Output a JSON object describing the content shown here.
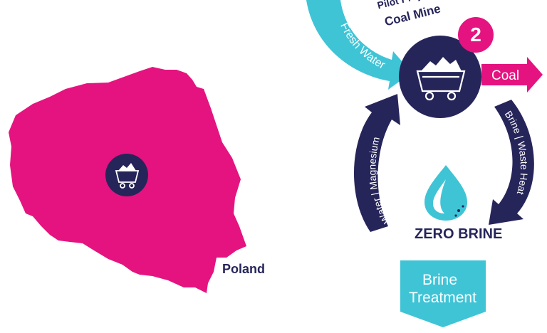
{
  "country": {
    "label": "Poland"
  },
  "pilot": {
    "line1": "Pilot Project:",
    "line2": "Coal Mine"
  },
  "badge": {
    "number": "2"
  },
  "flows": {
    "fresh_water": "Fresh Water",
    "coal": "Coal",
    "brine_waste_heat": "Brine | Waste Heat",
    "water_magnesium": "Water | Magnesium"
  },
  "zero_brine": "ZERO BRINE",
  "treatment": {
    "line1": "Brine",
    "line2": "Treatment"
  },
  "colors": {
    "magenta": "#e5137f",
    "navy": "#26255a",
    "cyan": "#3fc4d6"
  }
}
